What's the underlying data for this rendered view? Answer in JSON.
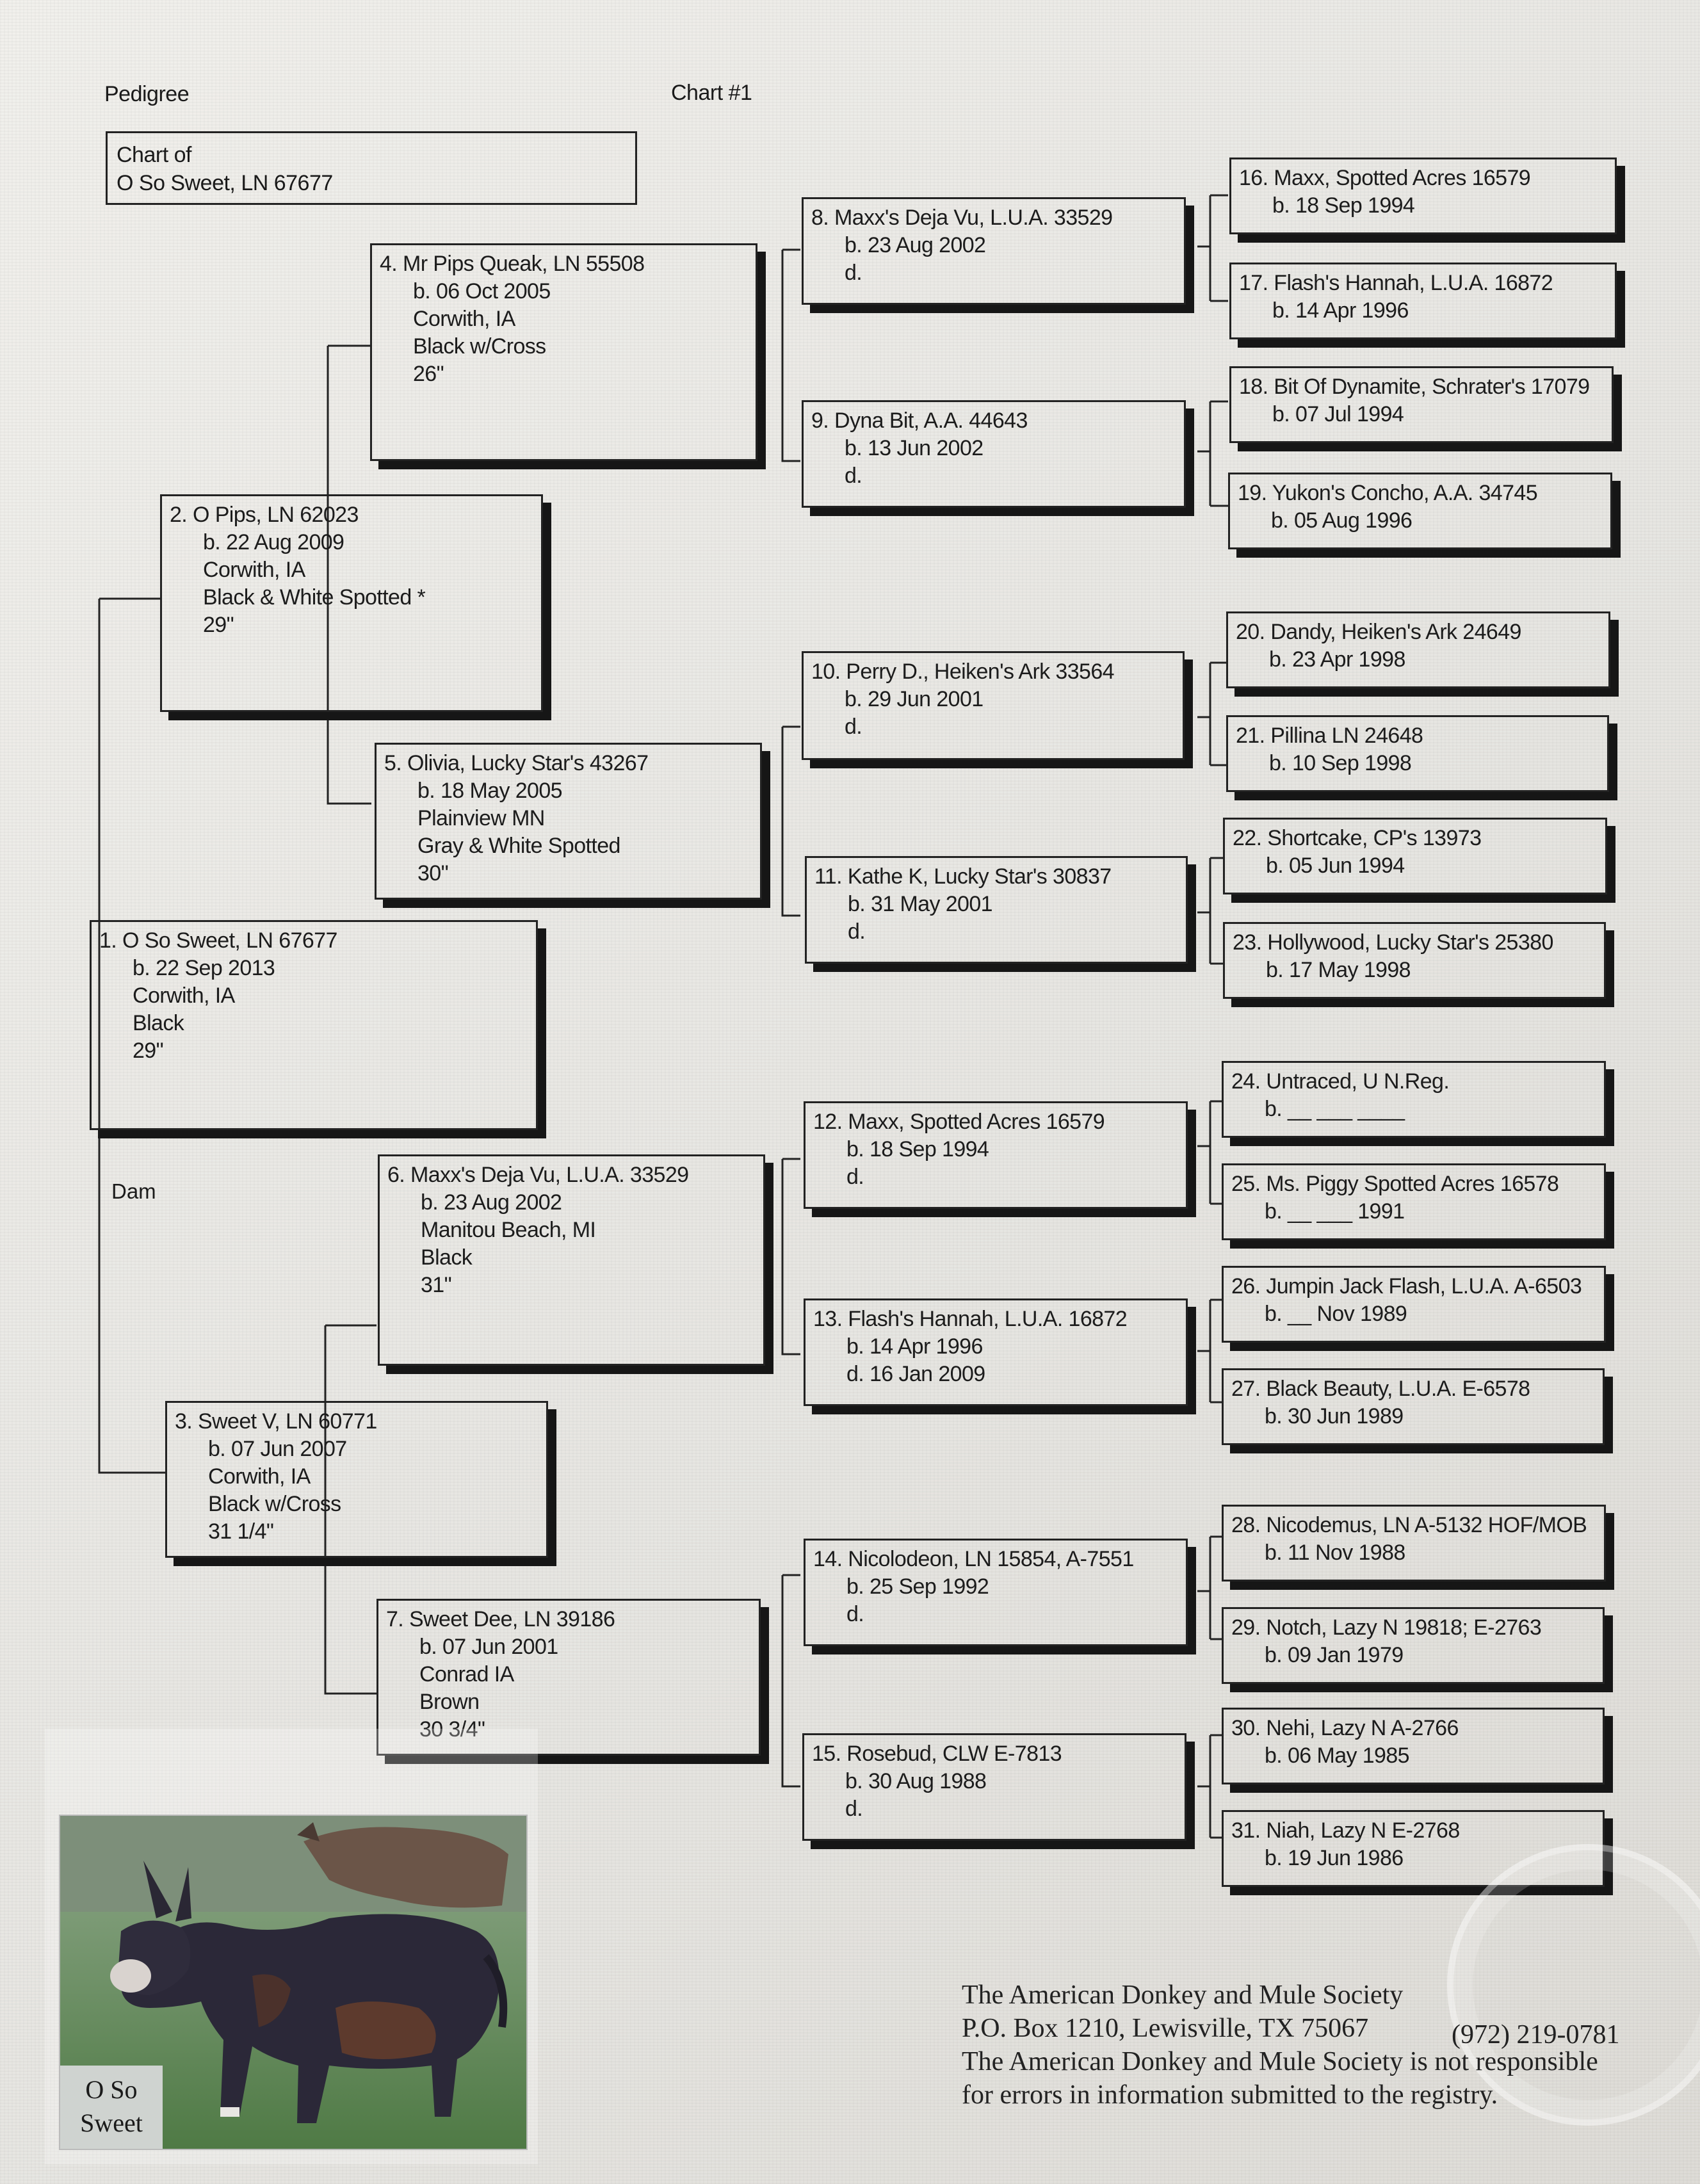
{
  "header": {
    "label": "Pedigree",
    "chart_no": "Chart #1"
  },
  "chart_of": {
    "line1": "Chart of",
    "line2": "O So Sweet, LN 67677"
  },
  "dam_label": "Dam",
  "animals": {
    "a1": [
      "1. O So Sweet, LN 67677",
      "b. 22 Sep 2013",
      "Corwith, IA",
      "Black",
      "29\""
    ],
    "a2": [
      "2. O Pips, LN 62023",
      "b. 22 Aug 2009",
      "Corwith, IA",
      "Black & White Spotted *",
      "29\""
    ],
    "a3": [
      "3. Sweet V, LN 60771",
      "b. 07 Jun 2007",
      "Corwith, IA",
      "Black w/Cross",
      "31 1/4\""
    ],
    "a4": [
      "4. Mr Pips Queak, LN 55508",
      "b. 06 Oct 2005",
      "Corwith, IA",
      "Black w/Cross",
      "26\""
    ],
    "a5": [
      "5. Olivia, Lucky Star's 43267",
      "b. 18 May 2005",
      "Plainview MN",
      "Gray & White Spotted",
      "30\""
    ],
    "a6": [
      "6. Maxx's Deja Vu, L.U.A. 33529",
      "b. 23 Aug 2002",
      "Manitou Beach, MI",
      "Black",
      "31\""
    ],
    "a7": [
      "7. Sweet Dee, LN 39186",
      "b. 07 Jun 2001",
      "Conrad IA",
      "Brown",
      "30 3/4\""
    ],
    "a8": [
      "8. Maxx's Deja Vu, L.U.A. 33529",
      "b. 23 Aug 2002",
      "d."
    ],
    "a9": [
      "9. Dyna Bit, A.A. 44643",
      "b. 13 Jun 2002",
      "d."
    ],
    "a10": [
      "10. Perry D., Heiken's Ark 33564",
      "b. 29 Jun 2001",
      "d."
    ],
    "a11": [
      "11. Kathe K, Lucky Star's 30837",
      "b. 31 May 2001",
      "d."
    ],
    "a12": [
      "12. Maxx, Spotted Acres 16579",
      "b. 18 Sep 1994",
      "d."
    ],
    "a13": [
      "13. Flash's Hannah, L.U.A. 16872",
      "b. 14 Apr 1996",
      "d. 16 Jan 2009"
    ],
    "a14": [
      "14. Nicolodeon, LN 15854, A-7551",
      "b. 25 Sep 1992",
      "d."
    ],
    "a15": [
      "15. Rosebud, CLW E-7813",
      "b. 30 Aug 1988",
      "d."
    ],
    "a16": [
      "16. Maxx, Spotted Acres 16579",
      "b. 18 Sep 1994"
    ],
    "a17": [
      "17. Flash's Hannah, L.U.A. 16872",
      "b. 14 Apr 1996"
    ],
    "a18": [
      "18. Bit Of Dynamite, Schrater's 17079",
      "b. 07 Jul 1994"
    ],
    "a19": [
      "19. Yukon's Concho, A.A. 34745",
      "b. 05 Aug 1996"
    ],
    "a20": [
      "20. Dandy, Heiken's Ark 24649",
      "b. 23 Apr 1998"
    ],
    "a21": [
      "21. Pillina LN 24648",
      "b. 10 Sep 1998"
    ],
    "a22": [
      "22. Shortcake, CP's 13973",
      "b. 05 Jun 1994"
    ],
    "a23": [
      "23. Hollywood, Lucky Star's 25380",
      "b. 17 May 1998"
    ],
    "a24": [
      "24. Untraced, U N.Reg.",
      "b. __ ___ ____"
    ],
    "a25": [
      "25. Ms. Piggy Spotted Acres 16578",
      "b. __ ___ 1991"
    ],
    "a26": [
      "26. Jumpin Jack Flash, L.U.A. A-6503",
      "b. __ Nov 1989"
    ],
    "a27": [
      "27. Black Beauty, L.U.A. E-6578",
      "b. 30 Jun 1989"
    ],
    "a28": [
      "28. Nicodemus, LN A-5132 HOF/MOB",
      "b. 11 Nov 1988"
    ],
    "a29": [
      "29. Notch, Lazy N 19818; E-2763",
      "b. 09 Jan 1979"
    ],
    "a30": [
      "30. Nehi, Lazy N A-2766",
      "b. 06 May 1985"
    ],
    "a31": [
      "31. Niah, Lazy N E-2768",
      "b. 19 Jun 1986"
    ]
  },
  "photo_caption": {
    "line1": "O So",
    "line2": "Sweet"
  },
  "footer": {
    "line1": "The American Donkey and Mule Society",
    "line2": "P.O. Box 1210, Lewisville, TX 75067",
    "phone": "(972) 219-0781",
    "line3": "The American Donkey and Mule Society is not responsible",
    "line4": "for errors in information submitted to the registry."
  }
}
